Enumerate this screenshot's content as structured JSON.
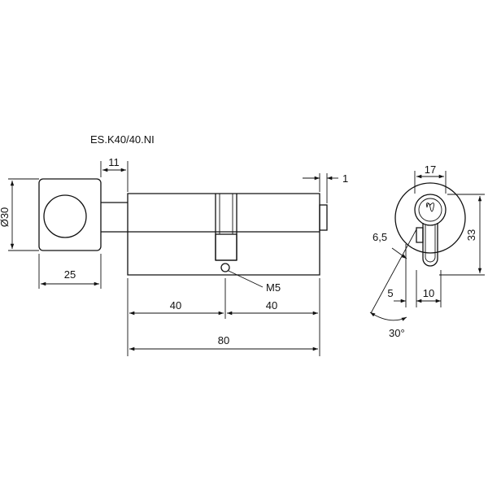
{
  "model_code": "ES.K40/40.NI",
  "thread_label": "M5",
  "dimensions": {
    "knob_diameter": "Ø30",
    "knob_width": "25",
    "neck_width": "11",
    "cam_offset": "1",
    "half_length_left": "40",
    "half_length_right": "40",
    "total_length": "80",
    "profile_width": "17",
    "profile_height": "33",
    "cam_radius": "6,5",
    "profile_bottom_left": "5",
    "profile_bottom_right": "10",
    "cam_angle": "30°"
  },
  "colors": {
    "line": "#111111",
    "background": "#ffffff"
  }
}
